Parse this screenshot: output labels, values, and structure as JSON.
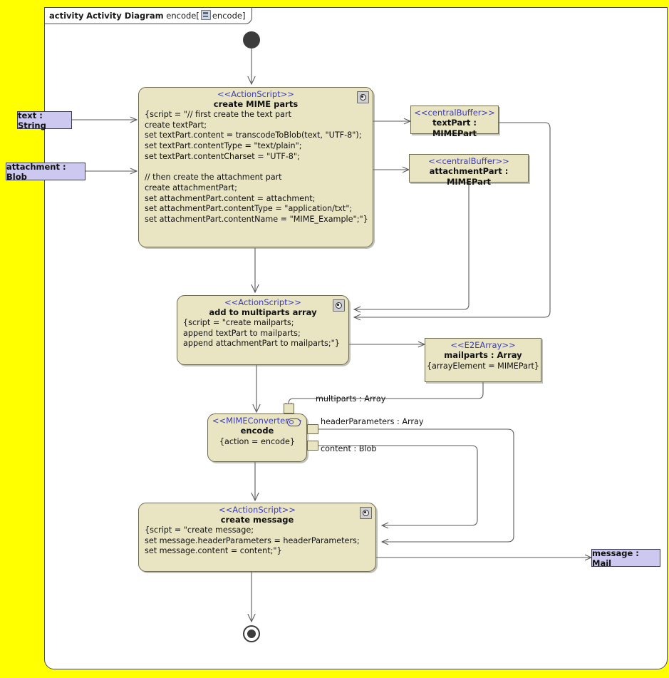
{
  "frame": {
    "keyword": "activity",
    "title": "Activity Diagram",
    "name": "encode[",
    "icon": "activity-diagram-icon",
    "param": "encode",
    "close": "]"
  },
  "nodes": {
    "initial": {
      "name": "initial-node"
    },
    "create_mime_parts": {
      "stereotype": "<<ActionScript>>",
      "name": "create MIME parts",
      "script": "{script = \"// first create the text part\ncreate textPart;\nset textPart.content = transcodeToBlob(text, \"UTF-8\");\nset textPart.contentType = \"text/plain\";\nset textPart.contentCharset = \"UTF-8\";\n\n// then create the attachment part\ncreate attachmentPart;\nset attachmentPart.content = attachment;\nset attachmentPart.contentType = \"application/txt\";\nset attachmentPart.contentName = \"MIME_Example\";\"}"
    },
    "add_to_multiparts": {
      "stereotype": "<<ActionScript>>",
      "name": "add to multiparts array",
      "script": "{script = \"create mailparts;\nappend textPart to mailparts;\nappend attachmentPart to mailparts;\"}"
    },
    "encode": {
      "stereotype": "<<MIMEConverter>>",
      "name": "encode",
      "body": "{action = encode}"
    },
    "create_message": {
      "stereotype": "<<ActionScript>>",
      "name": "create message",
      "script": "{script = \"create message;\nset message.headerParameters = headerParameters;\nset message.content = content;\"}"
    },
    "final": {
      "name": "activity-final-node"
    }
  },
  "parameters": {
    "text": "text : String",
    "attachment": "attachment : Blob",
    "message": "message : Mail"
  },
  "buffers": {
    "text_part": {
      "stereotype": "<<centralBuffer>>",
      "name": "textPart : MIMEPart"
    },
    "attachment_part": {
      "stereotype": "<<centralBuffer>>",
      "name": "attachmentPart : MIMEPart"
    },
    "mailparts": {
      "stereotype": "<<E2EArray>>",
      "name": "mailparts : Array",
      "body": "{arrayElement = MIMEPart}"
    }
  },
  "pins": {
    "multiparts": "multiparts : Array",
    "header_parameters": "headerParameters : Array",
    "content": "content : Blob"
  },
  "colors": {
    "background": "#ffff00",
    "frame": "#ffffff",
    "node_fill": "#e9e5c3",
    "node_border": "#6d6a4e",
    "param_fill": "#ccc8f0",
    "stereotype_text": "#3b3bbd",
    "edge": "#5a5a5a"
  }
}
